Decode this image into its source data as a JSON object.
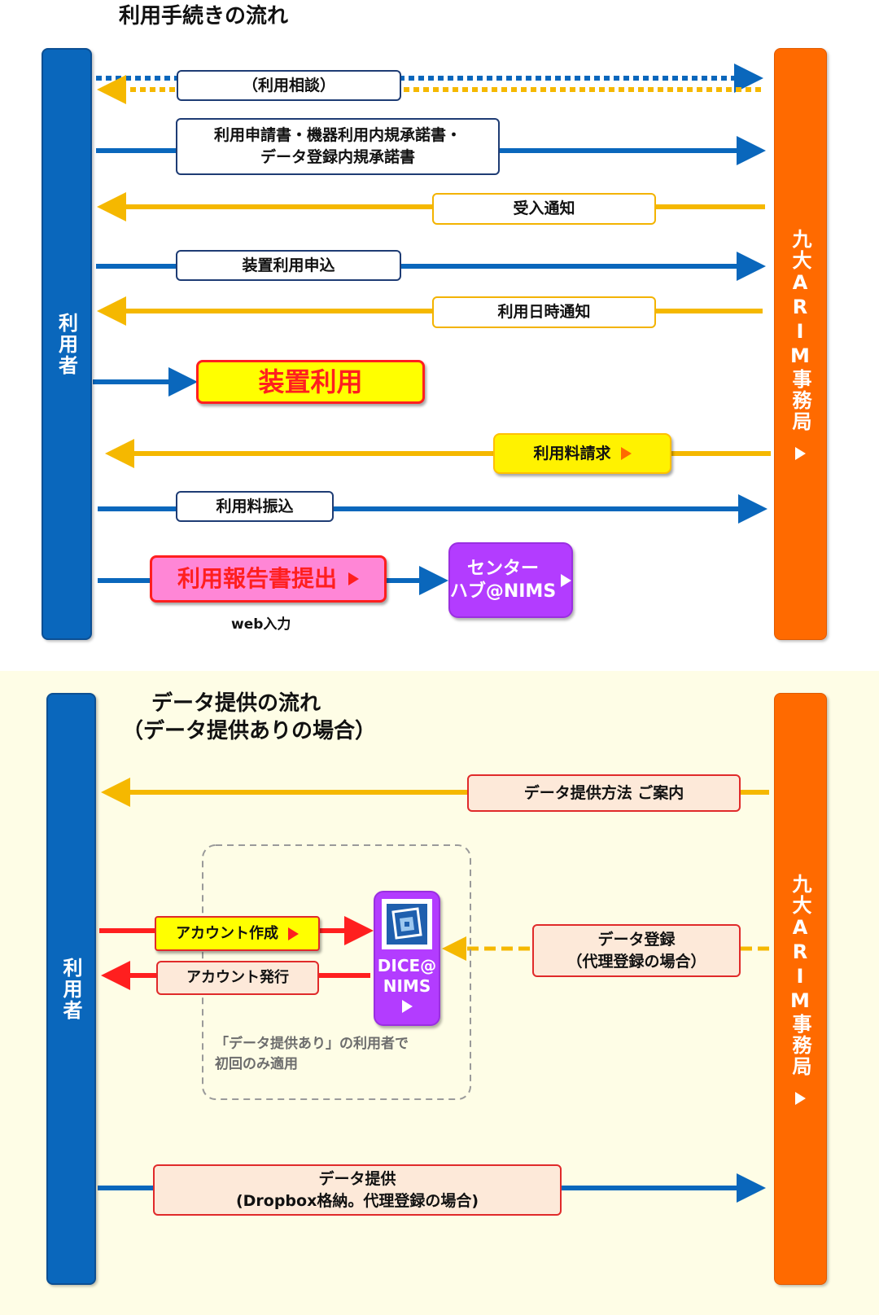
{
  "section1": {
    "title": "利用手続きの流れ",
    "user_label": "利用者",
    "office_label": "九大ARIM事務局",
    "steps": {
      "consult": "（利用相談）",
      "application_line1": "利用申請書・機器利用内規承諾書・",
      "application_line2": "データ登録内規承諾書",
      "acceptance": "受入通知",
      "device_application": "装置利用申込",
      "schedule_notice": "利用日時通知",
      "device_use": "装置利用",
      "fee_billing": "利用料請求",
      "fee_payment": "利用料振込",
      "report": "利用報告書提出",
      "web_input": "web入力",
      "hub_line1": "センター",
      "hub_line2": "ハブ@NIMS"
    }
  },
  "section2": {
    "title_line1": "データ提供の流れ",
    "title_line2": "（データ提供ありの場合）",
    "user_label": "利用者",
    "office_label": "九大ARIM事務局",
    "steps": {
      "guide": "データ提供方法 ご案内",
      "account_create": "アカウント作成",
      "account_issue": "アカウント発行",
      "dice_line1": "DICE@",
      "dice_line2": "NIMS",
      "registration_line1": "データ登録",
      "registration_line2": "（代理登録の場合）",
      "note_line1": "「データ提供あり」の利用者で",
      "note_line2": "初回のみ適用",
      "provide_line1": "データ提供",
      "provide_line2": "(Dropbox格納。代理登録の場合)"
    }
  },
  "colors": {
    "user_blue": "#0a67bc",
    "office_orange": "#ff6a00",
    "arrow_blue": "#0a67bc",
    "arrow_gold": "#f5b800",
    "arrow_red": "#ff1f1f",
    "hub_purple": "#b33cff",
    "highlight_yellow": "#ffff00",
    "report_pink": "#ff86d6",
    "section2_background": "#fefde6"
  }
}
